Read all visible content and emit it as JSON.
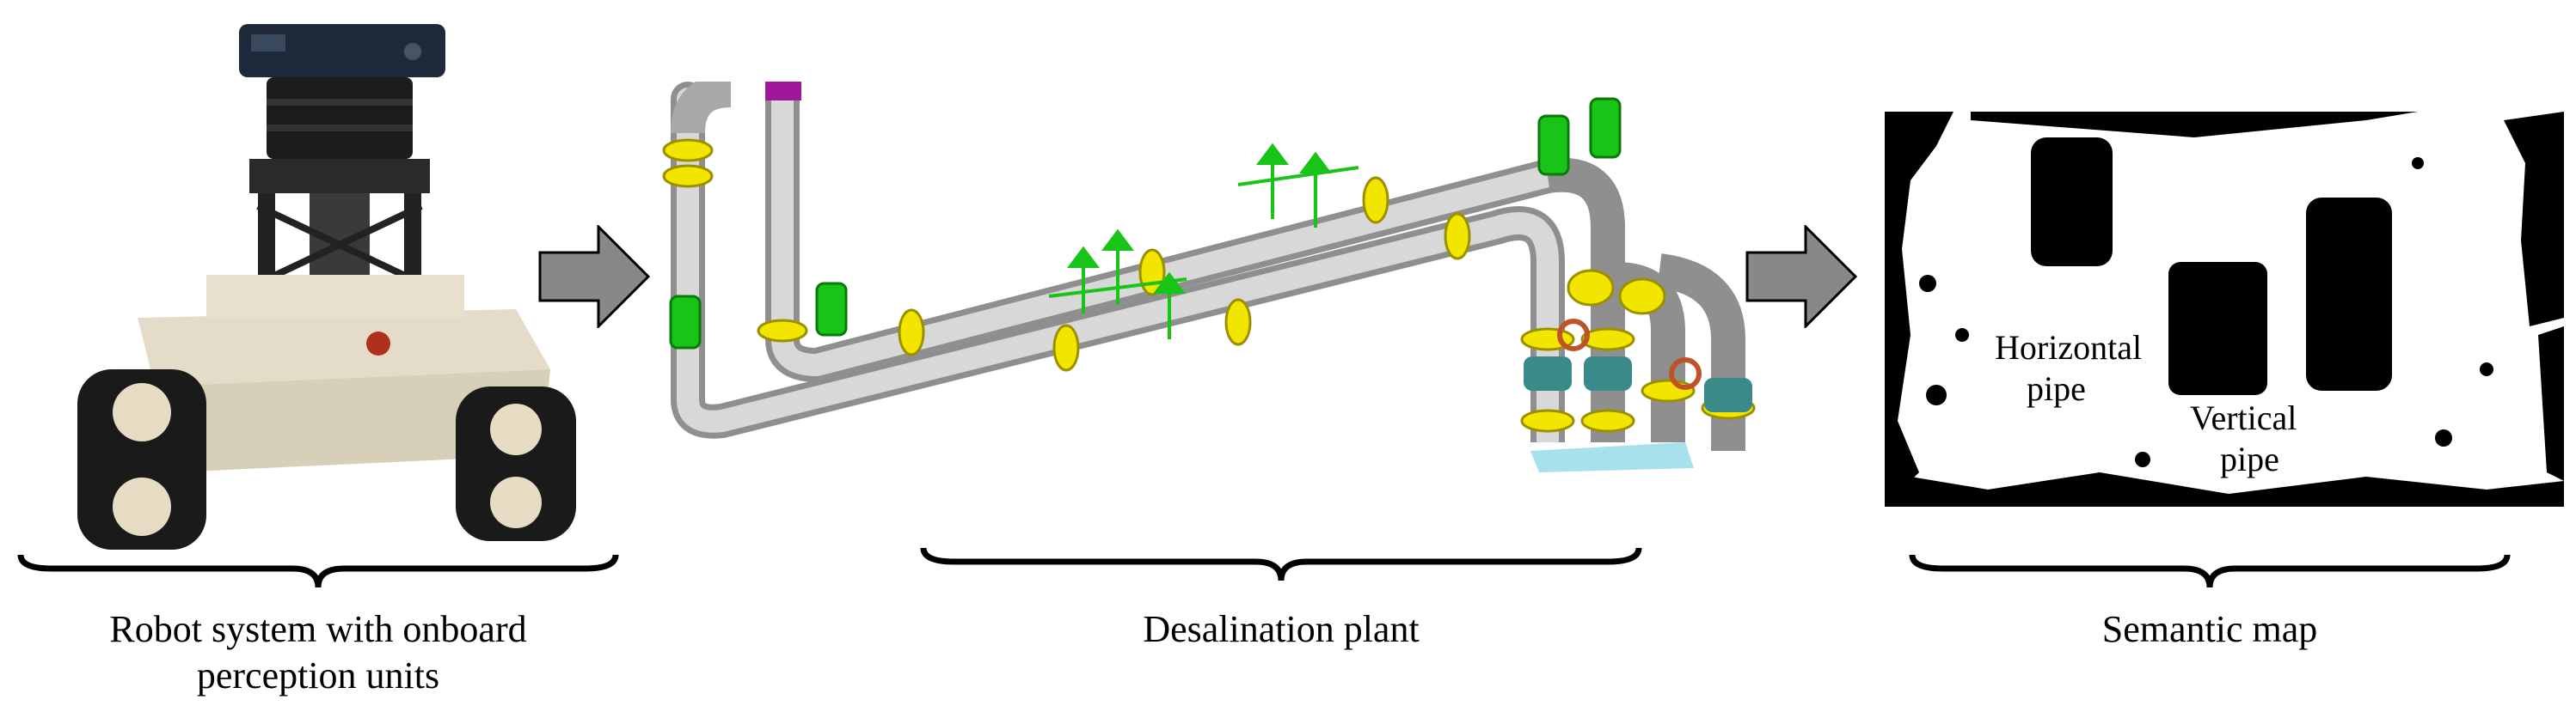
{
  "panels": {
    "robot": {
      "caption": "Robot system with onboard perception units"
    },
    "plant": {
      "caption": "Desalination plant"
    },
    "semantic_map": {
      "caption": "Semantic map",
      "label_horizontal_line1": "Horizontal",
      "label_horizontal_line2": "pipe",
      "label_vertical_line1": "Vertical",
      "label_vertical_line2": "pipe"
    }
  },
  "colors": {
    "arrow_fill": "#888888",
    "pipe": "#c8c8c8",
    "flange": "#f2e600",
    "support": "#18c418",
    "valve": "#c0522a",
    "map_obstacle": "#000000",
    "map_free": "#ffffff"
  }
}
